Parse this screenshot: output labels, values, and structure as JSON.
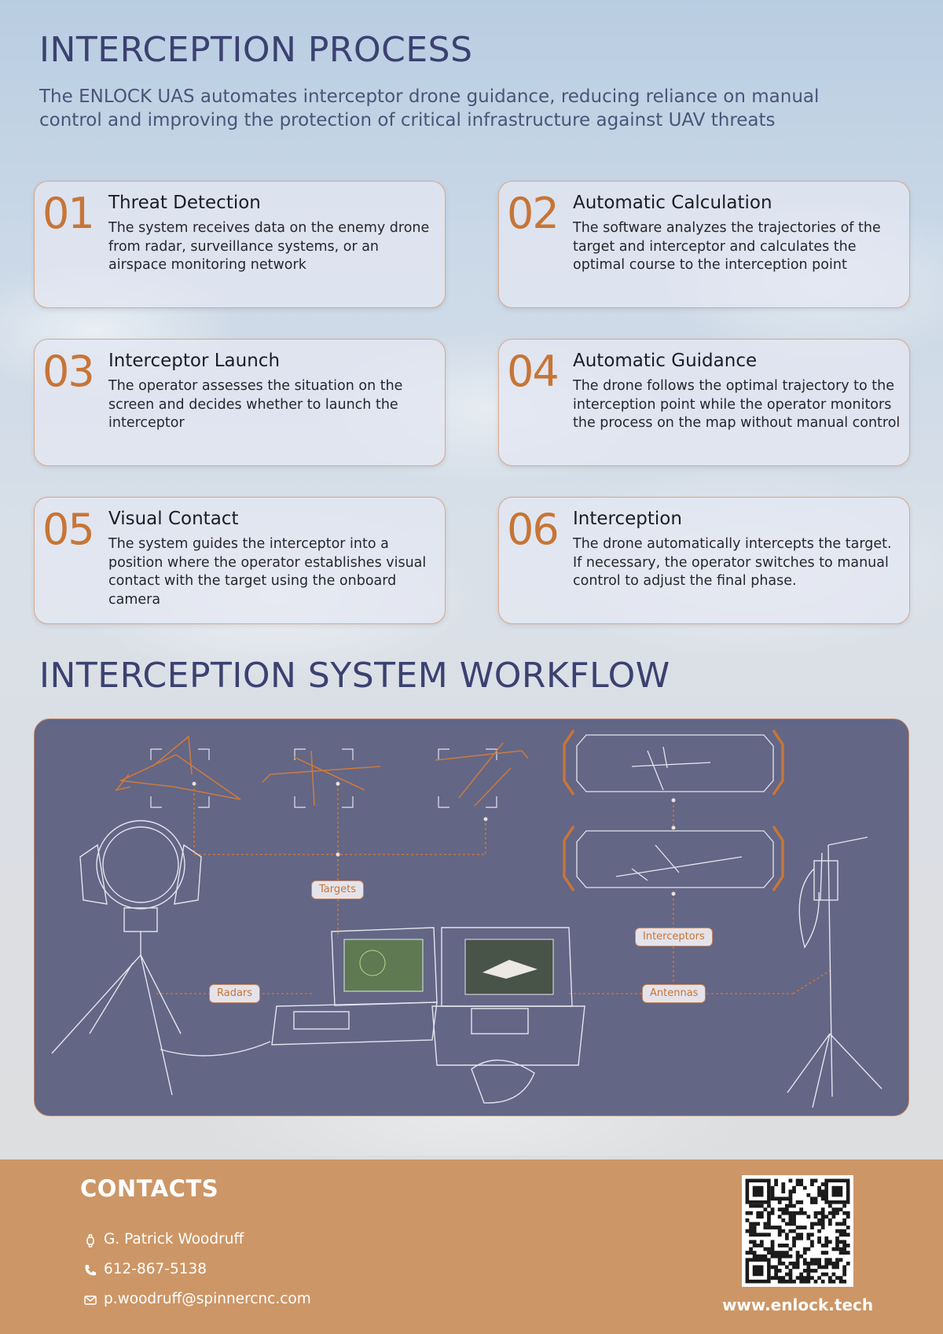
{
  "section1": {
    "title": "INTERCEPTION PROCESS",
    "intro": "The ENLOCK UAS automates interceptor drone guidance, reducing reliance on manual control and improving the protection of critical infrastructure against UAV threats"
  },
  "steps": [
    {
      "num": "01",
      "title": "Threat Detection",
      "text": "The system receives data on the enemy drone from radar, surveillance systems, or an airspace monitoring network"
    },
    {
      "num": "02",
      "title": "Automatic Calculation",
      "text": "The software analyzes the trajectories of the target and interceptor and calculates the optimal course to the interception point"
    },
    {
      "num": "03",
      "title": "Interceptor Launch",
      "text": "The operator assesses the situation on the screen and decides whether to launch the interceptor"
    },
    {
      "num": "04",
      "title": "Automatic Guidance",
      "text": "The drone follows the optimal trajectory to the interception point while the operator monitors the process on the map without manual control"
    },
    {
      "num": "05",
      "title": "Visual Contact",
      "text": "The system guides the interceptor into a position where the operator establishes visual contact with the target using the onboard camera"
    },
    {
      "num": "06",
      "title": "Interception",
      "text": "The drone automatically intercepts the target. If necessary, the operator switches to manual control to adjust the final phase."
    }
  ],
  "section2": {
    "title": "INTERCEPTION SYSTEM WORKFLOW",
    "labels": {
      "targets": "Targets",
      "radars": "Radars",
      "interceptors": "Interceptors",
      "antennas": "Antennas"
    }
  },
  "contacts": {
    "title": "CONTACTS",
    "name": "G. Patrick Woodruff",
    "phone": "612-867-5138",
    "email": "p.woodruff@spinnercnc.com",
    "website": "www.enlock.tech"
  },
  "colors": {
    "accent_orange": "#c77536",
    "title_navy": "#3b4170",
    "panel": "#636685",
    "footer": "#cd9666"
  }
}
